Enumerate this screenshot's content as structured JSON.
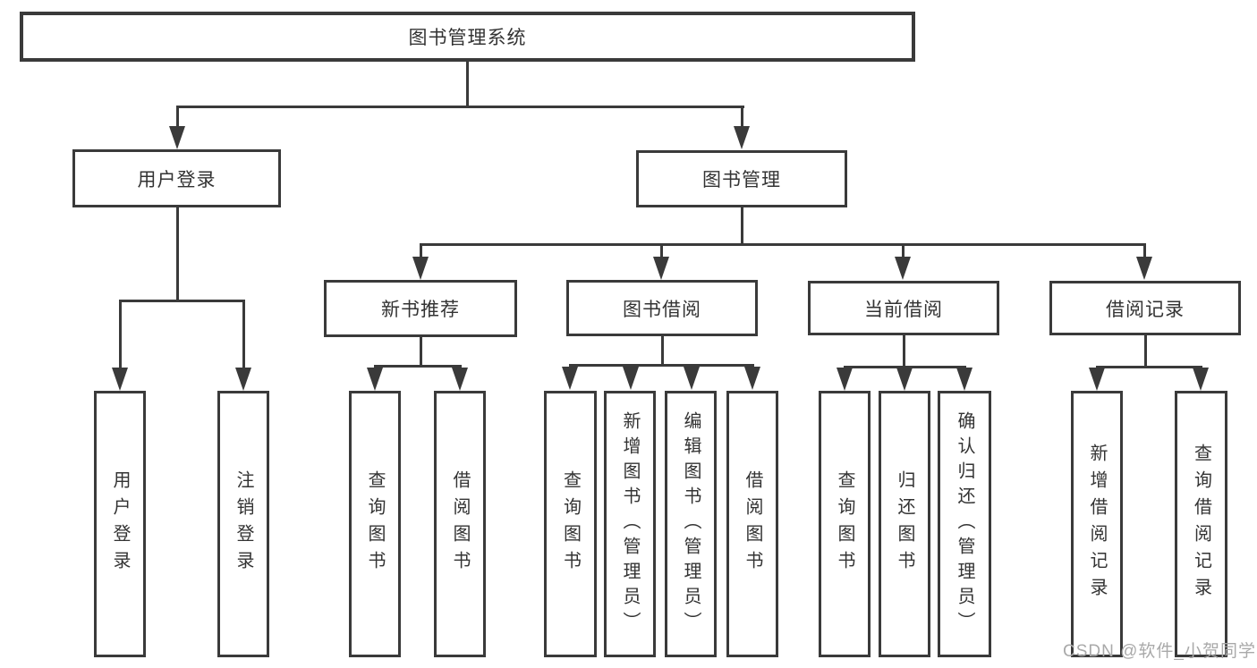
{
  "tree": {
    "root": {
      "label": "图书管理系统"
    },
    "branches": [
      {
        "label": "用户登录",
        "children": [
          {
            "label": "用户登录"
          },
          {
            "label": "注销登录"
          }
        ]
      },
      {
        "label": "图书管理",
        "children": [
          {
            "label": "新书推荐",
            "children": [
              {
                "label": "查询图书"
              },
              {
                "label": "借阅图书"
              }
            ]
          },
          {
            "label": "图书借阅",
            "children": [
              {
                "label": "查询图书"
              },
              {
                "label": "新增图书（管理员）"
              },
              {
                "label": "编辑图书（管理员）"
              },
              {
                "label": "借阅图书"
              }
            ]
          },
          {
            "label": "当前借阅",
            "children": [
              {
                "label": "查询图书"
              },
              {
                "label": "归还图书"
              },
              {
                "label": "确认归还（管理员）"
              }
            ]
          },
          {
            "label": "借阅记录",
            "children": [
              {
                "label": "新增借阅记录"
              },
              {
                "label": "查询借阅记录"
              }
            ]
          }
        ]
      }
    ]
  },
  "watermark": "CSDN @软件_小贺同学",
  "colors": {
    "line": "#3a3a3a",
    "text": "#333333",
    "watermark": "#a9a9a9",
    "background": "#ffffff"
  }
}
